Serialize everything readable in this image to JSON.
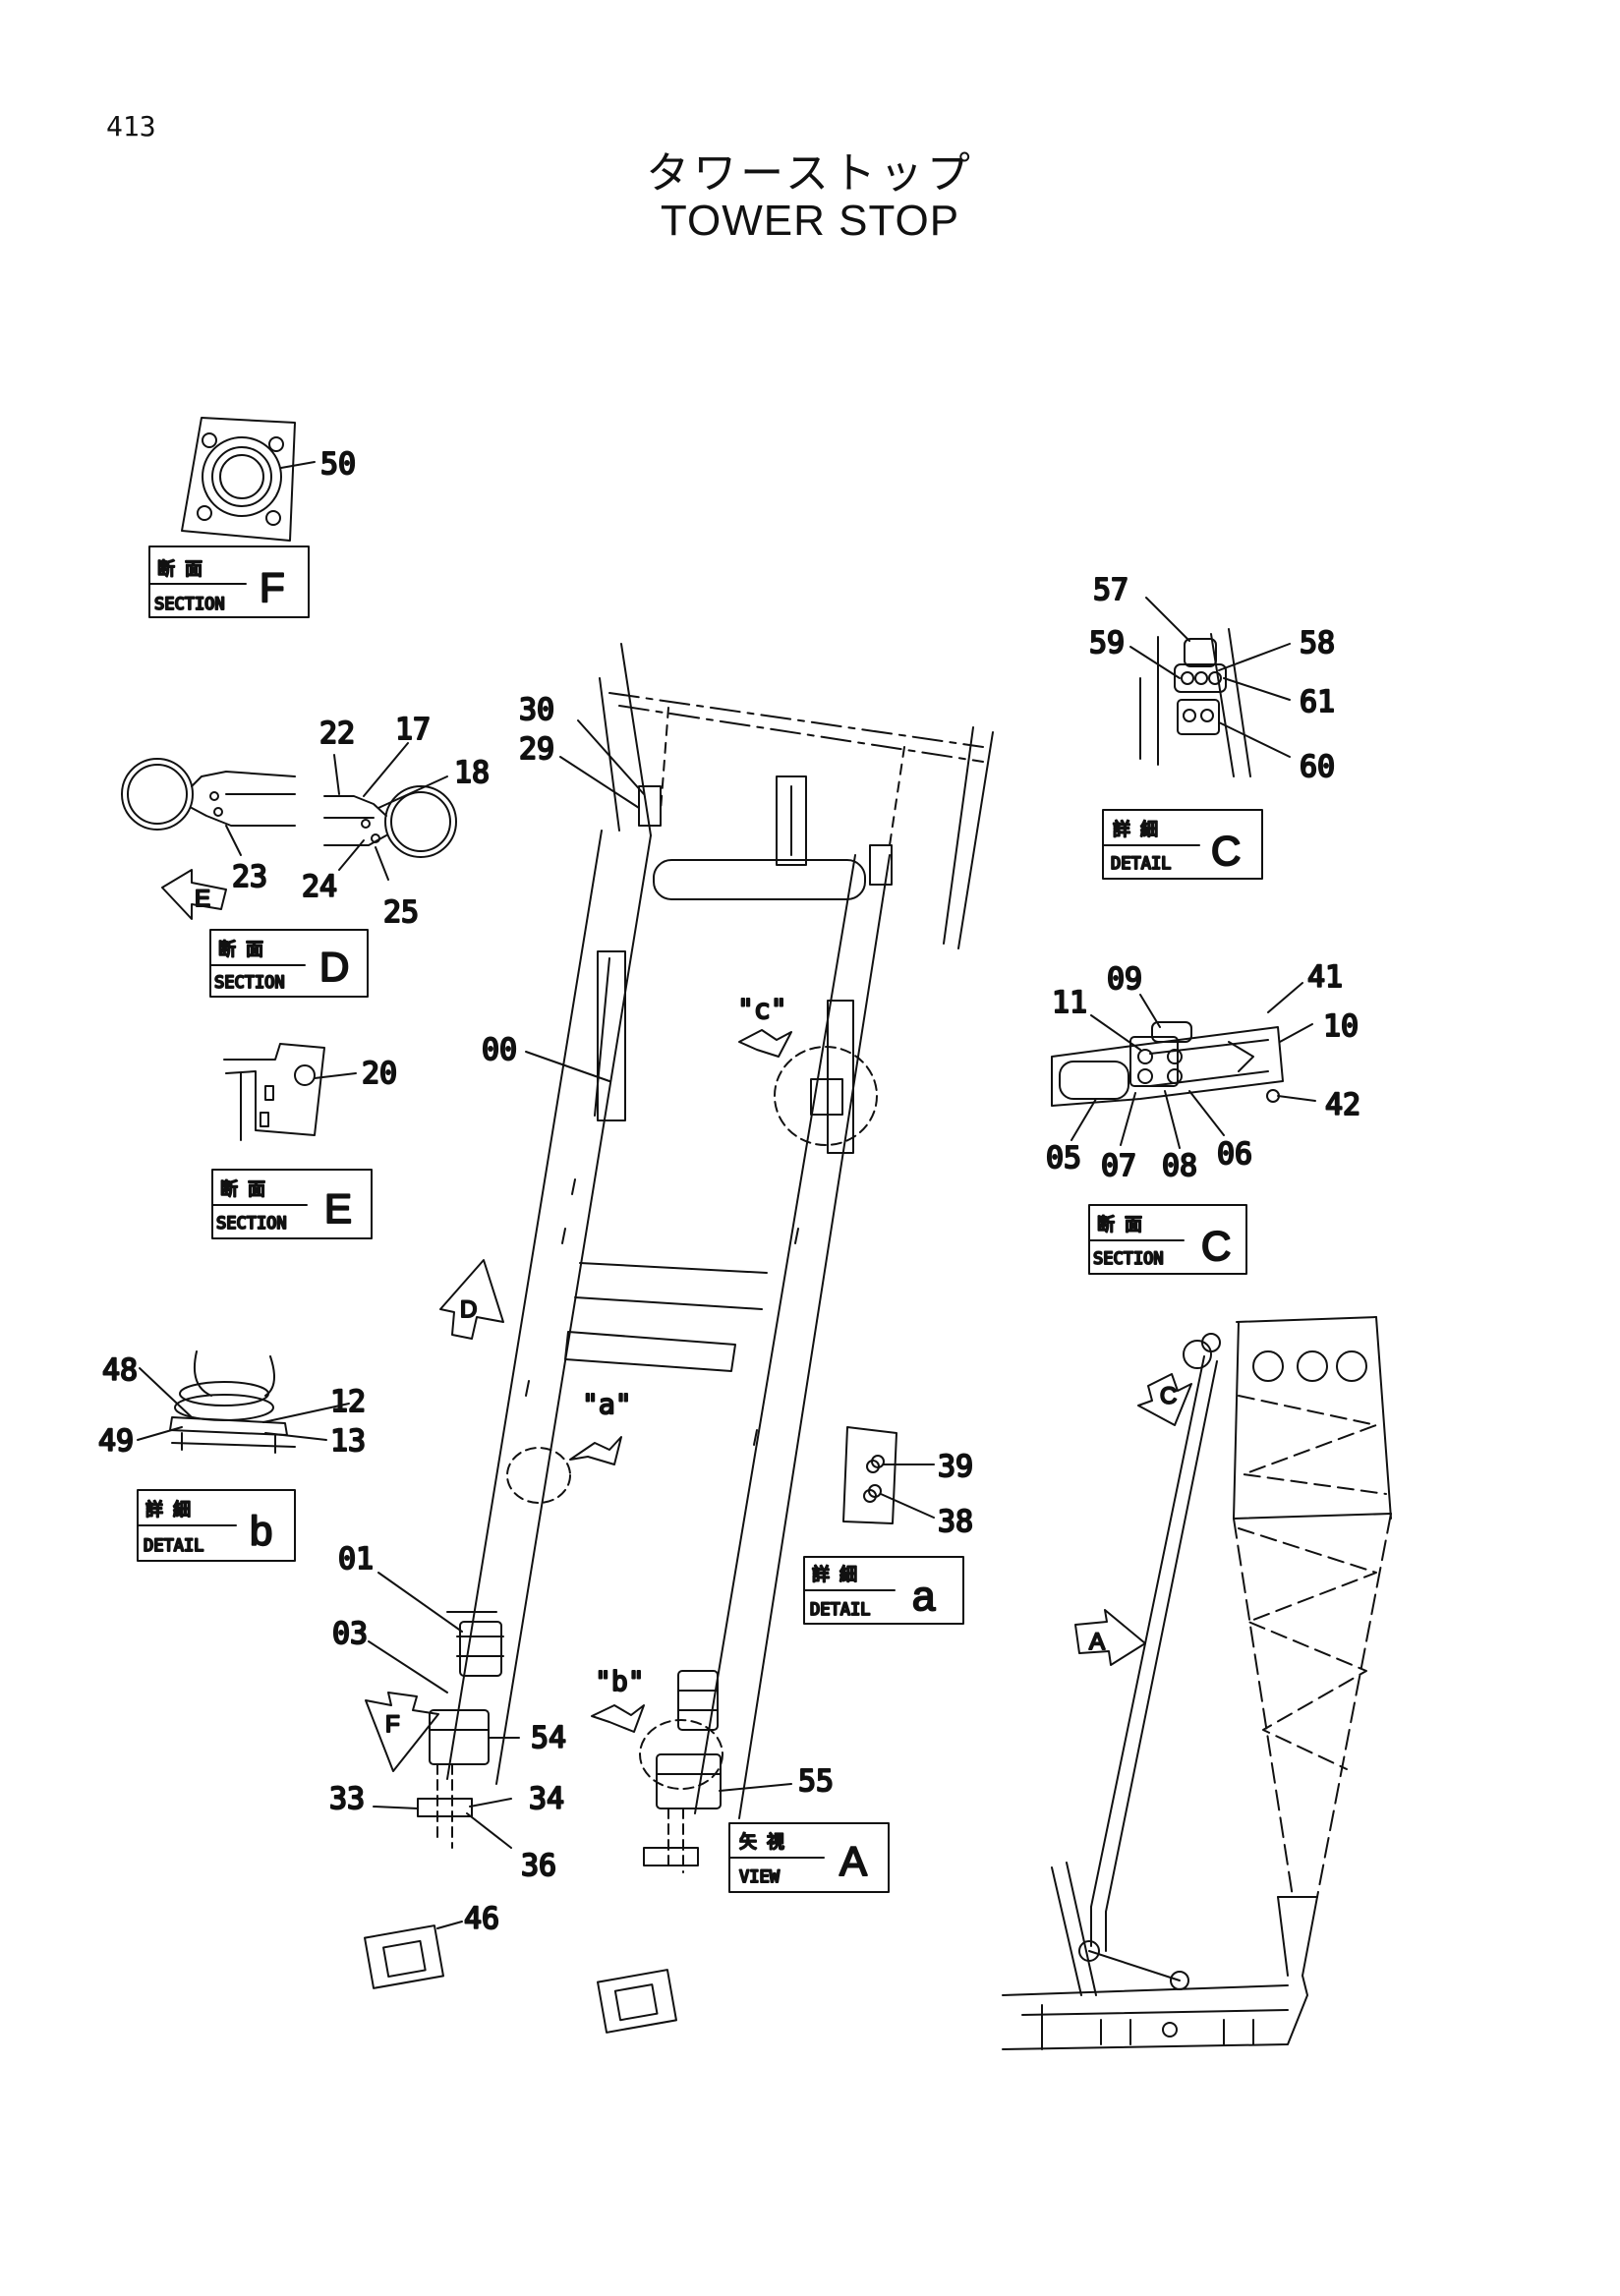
{
  "page_number": "413",
  "title_jp": "タワーストップ",
  "title_en": "TOWER STOP",
  "callouts": {
    "c50": "50",
    "c22": "22",
    "c17": "17",
    "c18": "18",
    "c23": "23",
    "c24": "24",
    "c25": "25",
    "c20": "20",
    "c48": "48",
    "c12": "12",
    "c49": "49",
    "c13": "13",
    "c01": "01",
    "c03": "03",
    "c54": "54",
    "c33": "33",
    "c34": "34",
    "c36": "36",
    "c46": "46",
    "c30": "30",
    "c29": "29",
    "c00": "00",
    "c55": "55",
    "c39": "39",
    "c38": "38",
    "c57": "57",
    "c58": "58",
    "c59": "59",
    "c61": "61",
    "c60": "60",
    "c11": "11",
    "c09": "09",
    "c41": "41",
    "c10": "10",
    "c42": "42",
    "c05": "05",
    "c07": "07",
    "c08": "08",
    "c06": "06"
  },
  "view_boxes": {
    "section_f": {
      "jp": "断面",
      "en": "SECTION",
      "letter": "F"
    },
    "section_d": {
      "jp": "断面",
      "en": "SECTION",
      "letter": "D"
    },
    "section_e": {
      "jp": "断面",
      "en": "SECTION",
      "letter": "E"
    },
    "detail_b": {
      "jp": "詳細",
      "en": "DETAIL",
      "letter": "b"
    },
    "detail_c": {
      "jp": "詳細",
      "en": "DETAIL",
      "letter": "C"
    },
    "section_c": {
      "jp": "断面",
      "en": "SECTION",
      "letter": "C"
    },
    "detail_a": {
      "jp": "詳細",
      "en": "DETAIL",
      "letter": "a"
    },
    "view_a": {
      "jp": "矢視",
      "en": "VIEW",
      "letter": "A"
    }
  },
  "view_markers": {
    "c": "\"c\"",
    "a": "\"a\"",
    "b": "\"b\""
  },
  "view_arrows": {
    "E": "E",
    "D": "D",
    "F": "F",
    "C": "C",
    "A": "A"
  }
}
